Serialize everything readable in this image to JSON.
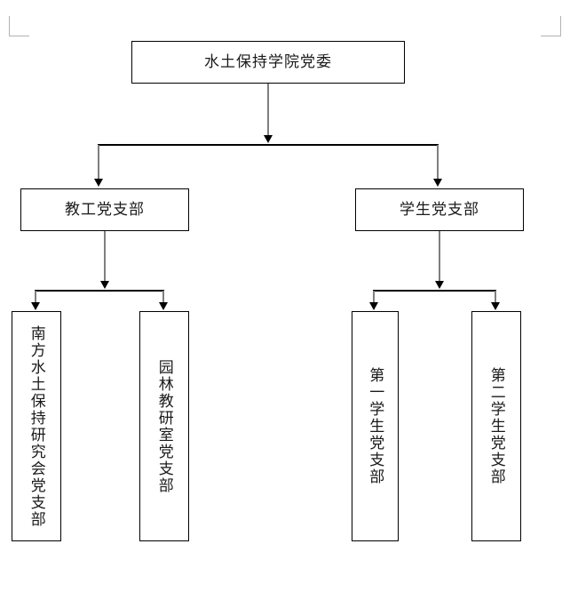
{
  "diagram": {
    "type": "organization-chart",
    "orientation": "top-down",
    "levels": [
      {
        "level": 1,
        "nodes": [
          {
            "id": "root",
            "label": "水土保持学院党委",
            "text_direction": "horizontal"
          }
        ]
      },
      {
        "level": 2,
        "nodes": [
          {
            "id": "faculty",
            "label": "教工党支部",
            "text_direction": "horizontal"
          },
          {
            "id": "student",
            "label": "学生党支部",
            "text_direction": "horizontal"
          }
        ]
      },
      {
        "level": 3,
        "nodes": [
          {
            "id": "south",
            "label": "南方水土保持研究会党支部",
            "text_direction": "vertical"
          },
          {
            "id": "garden",
            "label": "园林教研室党支部",
            "text_direction": "vertical"
          },
          {
            "id": "stu1",
            "label": "第一学生党支部",
            "text_direction": "vertical"
          },
          {
            "id": "stu2",
            "label": "第二学生党支部",
            "text_direction": "vertical"
          }
        ]
      }
    ],
    "edges": [
      {
        "from": "root",
        "to": "faculty"
      },
      {
        "from": "root",
        "to": "student"
      },
      {
        "from": "faculty",
        "to": "south"
      },
      {
        "from": "faculty",
        "to": "garden"
      },
      {
        "from": "student",
        "to": "stu1"
      },
      {
        "from": "student",
        "to": "stu2"
      }
    ],
    "colors": {
      "box_border": "#000000",
      "box_fill": "#ffffff",
      "text": "#1a1a1a",
      "connector_line": "#7f7f7f",
      "connector_bus": "#000000",
      "arrowhead": "#000000",
      "corner_mark": "#b3b3b3",
      "page_background": "#ffffff"
    }
  }
}
